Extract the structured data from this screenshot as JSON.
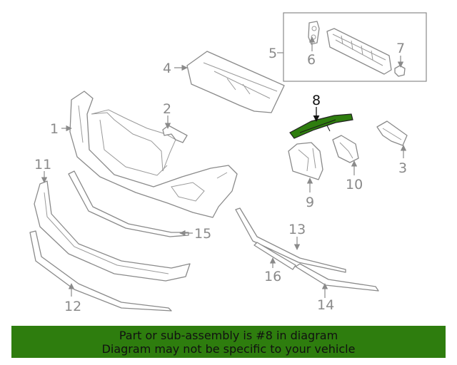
{
  "diagram": {
    "highlight_color": "#2e7d0e",
    "callouts": {
      "c1": "1",
      "c2": "2",
      "c3": "3",
      "c4": "4",
      "c5": "5",
      "c6": "6",
      "c7": "7",
      "c8": "8",
      "c9": "9",
      "c10": "10",
      "c11": "11",
      "c12": "12",
      "c13": "13",
      "c14": "14",
      "c15": "15",
      "c16": "16"
    }
  },
  "banner": {
    "line1": "Part or sub-assembly is #8 in diagram",
    "line2": "Diagram may not be specific to your vehicle",
    "background": "#2e7d0e"
  }
}
